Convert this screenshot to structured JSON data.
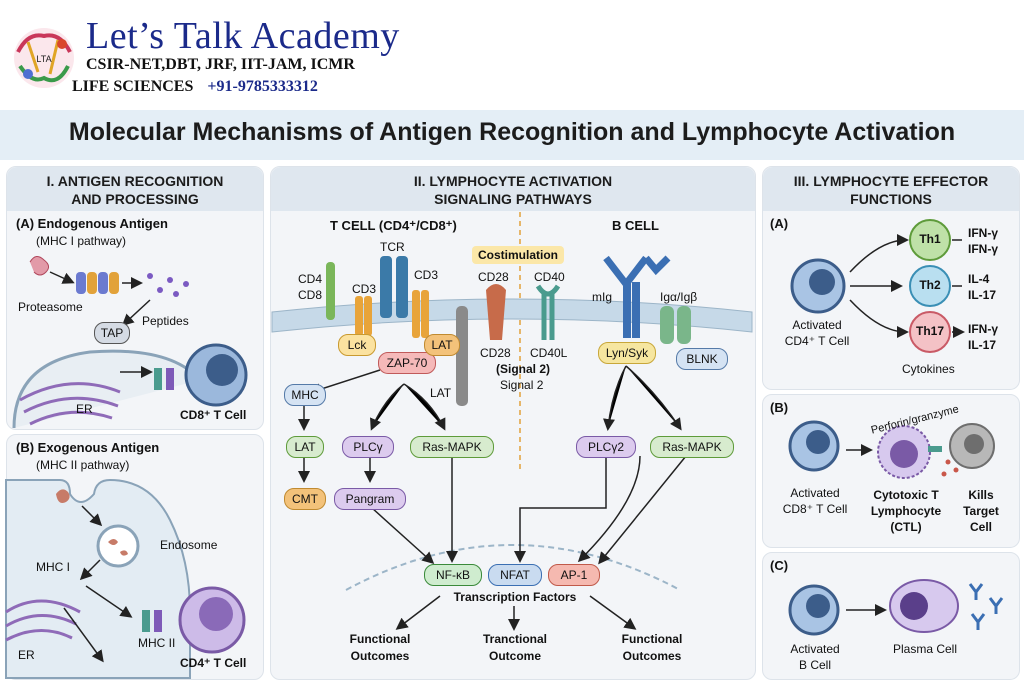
{
  "header": {
    "brand": "Let’s Talk Academy",
    "line1": "CSIR-NET,DBT, JRF, IIT-JAM, ICMR",
    "line2": "LIFE SCIENCES",
    "phone": "+91-9785333312",
    "logo_text": "LTA"
  },
  "title": "Molecular Mechanisms of Antigen Recognition and Lymphocyte Activation",
  "panel1": {
    "heading_line1": "I. ANTIGEN RECOGNITION",
    "heading_line2": "AND PROCESSING",
    "a_title": "(A) Endogenous Antigen",
    "a_sub": "(MHC I pathway)",
    "proteasome": "Proteasome",
    "peptides": "Peptides",
    "tap": "TAP",
    "er": "ER",
    "cd8_cell": "CD8⁺ T Cell",
    "b_title": "(B) Exogenous Antigen",
    "b_sub": "(MHC II pathway)",
    "endosome": "Endosome",
    "mhc1": "MHC I",
    "mhc2": "MHC II",
    "er2": "ER",
    "cd4_cell": "CD4⁺ T Cell"
  },
  "panel2": {
    "heading_line1": "II. LYMPHOCYTE ACTIVATION",
    "heading_line2": "SIGNALING PATHWAYS",
    "tcell": "T CELL (CD4⁺/CD8⁺)",
    "bcell": "B CELL",
    "costim": "Costimulation",
    "cd4": "CD4",
    "cd8": "CD8",
    "tcr": "TCR",
    "cd3a": "CD3",
    "cd3b": "CD3",
    "cd28": "CD28",
    "cd40": "CD40",
    "cd28b": "CD28",
    "cd40l": "CD40L",
    "signal2_bold": "(Signal 2)",
    "signal2": "Signal 2",
    "lck": "Lck",
    "zap70": "ZAP-70",
    "lat": "LAT",
    "lat_bar": "LAT",
    "mig": "mIg",
    "igab": "Igα/Igβ",
    "lynsyk": "Lyn/Syk",
    "blnk": "BLNK",
    "mhc": "MHC",
    "lat2": "LAT",
    "plcg": "PLCγ",
    "rasmapk": "Ras-MAPK",
    "cmt": "CMT",
    "pangram": "Pangram",
    "plcg2": "PLCγ2",
    "rasmapk2": "Ras-MAPK",
    "nfkb": "NF-κB",
    "nfat": "NFAT",
    "ap1": "AP-1",
    "tf": "Transcription Factors",
    "out1_a": "Functional",
    "out1_b": "Outcomes",
    "out2_a": "Tranctional",
    "out2_b": "Outcome",
    "out3_a": "Functional",
    "out3_b": "Outcomes"
  },
  "panel3": {
    "heading_line1": "III. LYMPHOCYTE EFFECTOR",
    "heading_line2": "FUNCTIONS",
    "a_label": "(A)",
    "act_cd4_a": "Activated",
    "act_cd4_b": "CD4⁺ T Cell",
    "th1": "Th1",
    "th2": "Th2",
    "th17": "Th17",
    "th1_c1": "IFN-γ",
    "th1_c2": "IFN-γ",
    "th2_c1": "IL-4",
    "th2_c2": "IL-17",
    "th17_c1": "IFN-γ",
    "th17_c2": "IL-17",
    "cytokines": "Cytokines",
    "b_label": "(B)",
    "perforin": "Perforin/granzyme",
    "act_cd8_a": "Activated",
    "act_cd8_b": "CD8⁺ T Cell",
    "ctl_a": "Cytotoxic T",
    "ctl_b": "Lymphocyte",
    "ctl_c": "(CTL)",
    "kills_a": "Kills",
    "kills_b": "Target",
    "kills_c": "Cell",
    "c_label": "(C)",
    "act_b_a": "Activated",
    "act_b_b": "B Cell",
    "plasma": "Plasma Cell"
  }
}
